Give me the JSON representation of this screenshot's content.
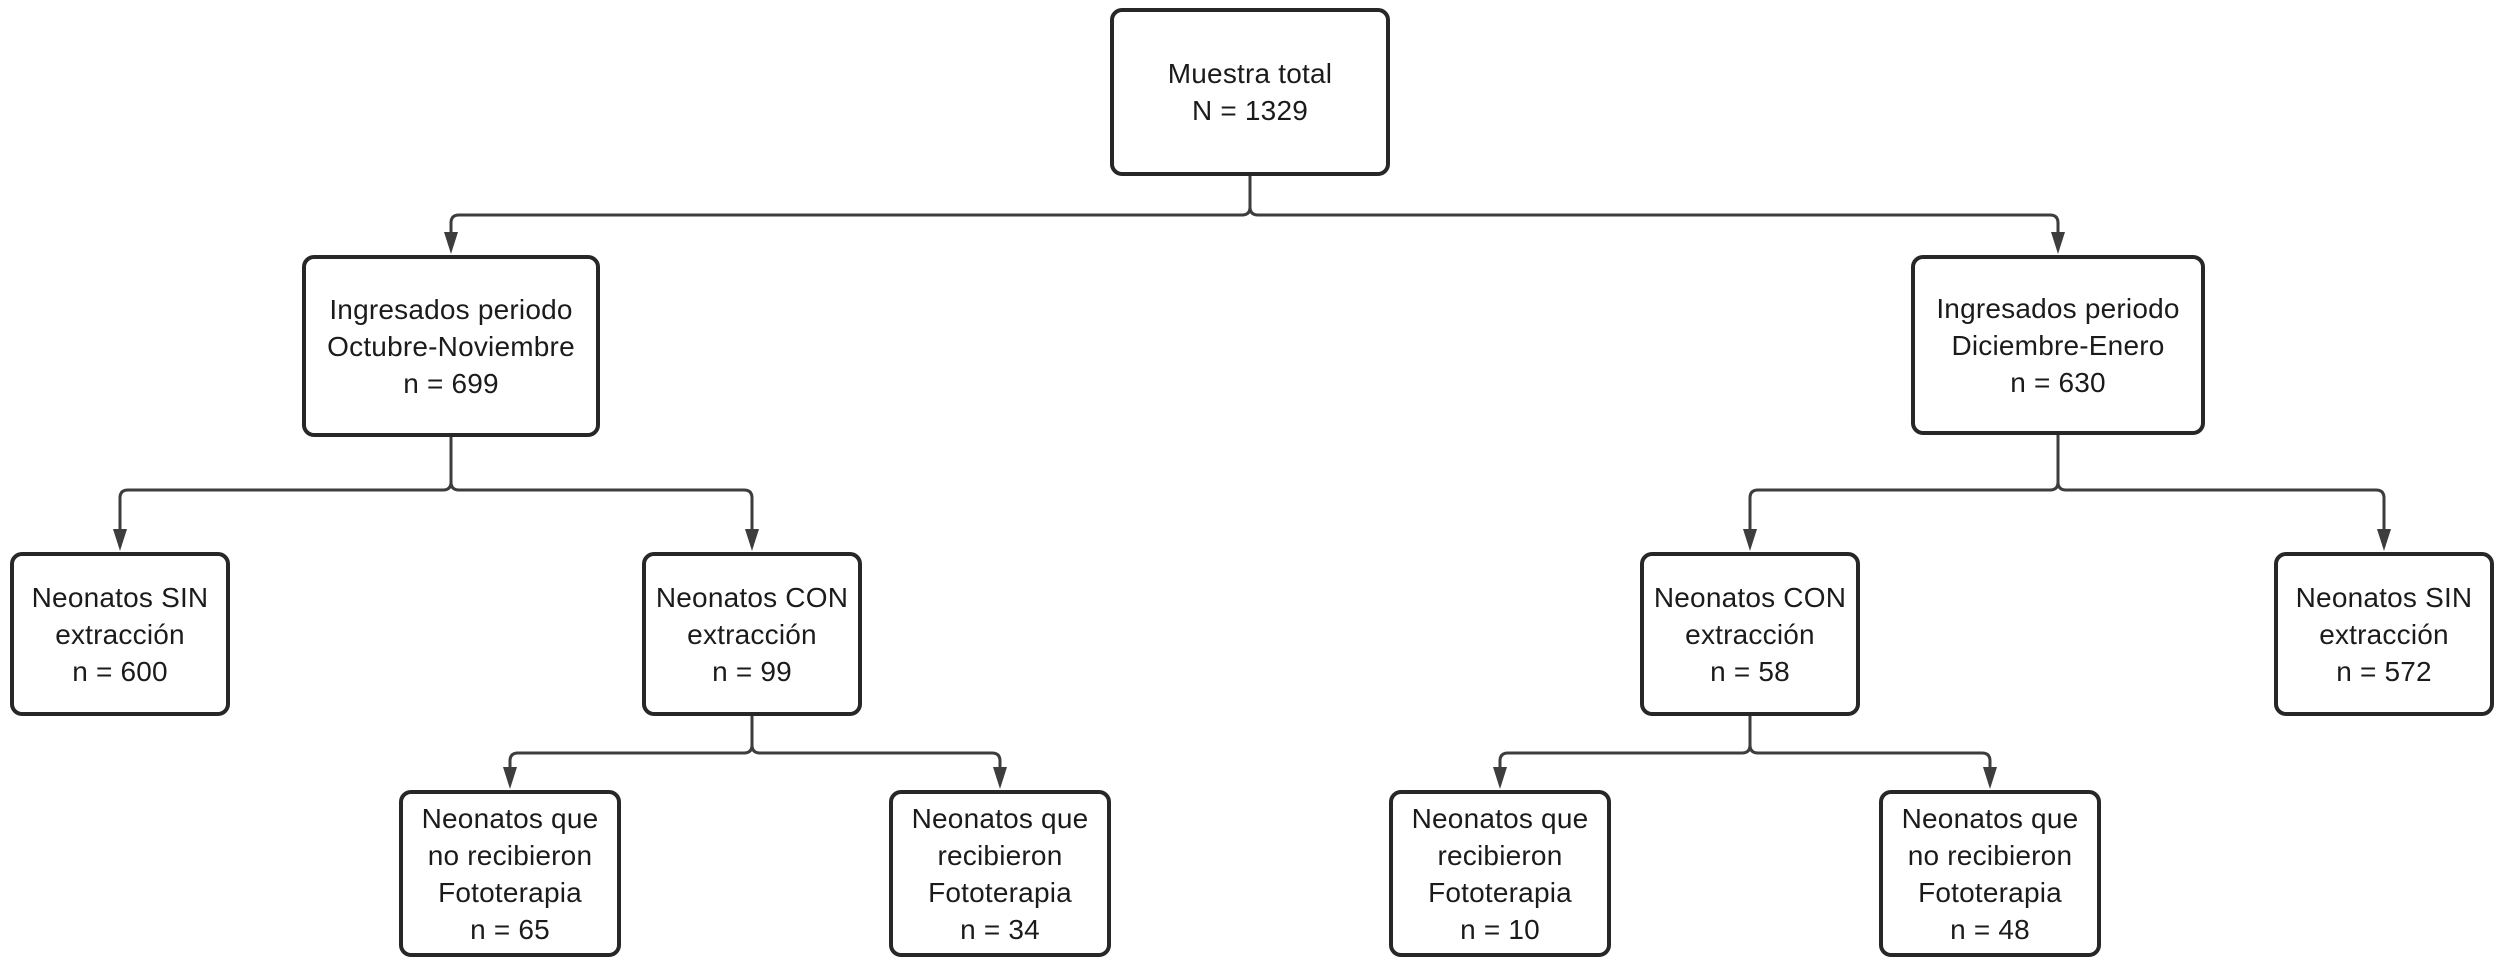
{
  "colors": {
    "background": "#ffffff",
    "box_border": "#272727",
    "box_fill": "#ffffff",
    "line": "#3d3d3d",
    "text": "#1b1b1b"
  },
  "nodes": {
    "muestra_total": {
      "text": "Muestra total\nN = 1329"
    },
    "octubre_noviembre": {
      "text": "Ingresados periodo\nOctubre-Noviembre\nn = 699"
    },
    "diciembre_enero": {
      "text": "Ingresados periodo\nDiciembre-Enero\nn = 630"
    },
    "sin_extraccion_600": {
      "text": "Neonatos SIN\nextracción\nn = 600"
    },
    "con_extraccion_99": {
      "text": "Neonatos CON\nextracción\nn = 99"
    },
    "con_extraccion_58": {
      "text": "Neonatos CON\nextracción\nn = 58"
    },
    "sin_extraccion_572": {
      "text": "Neonatos SIN\nextracción\nn = 572"
    },
    "no_fototerapia_65": {
      "text": "Neonatos que\nno recibieron\nFototerapia\nn = 65"
    },
    "fototerapia_34": {
      "text": "Neonatos que\nrecibieron\nFototerapia\nn = 34"
    },
    "fototerapia_10": {
      "text": "Neonatos que\nrecibieron\nFototerapia\nn = 10"
    },
    "no_fototerapia_48": {
      "text": "Neonatos que\nno recibieron\nFototerapia\nn = 48"
    }
  }
}
